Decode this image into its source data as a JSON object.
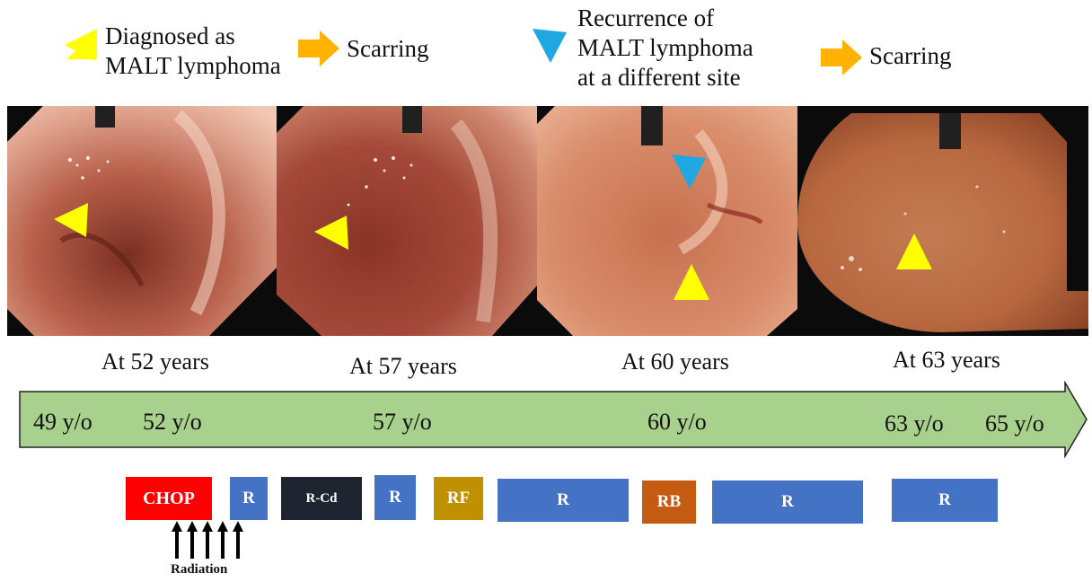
{
  "legend": {
    "diagnosed_line1": "Diagnosed as",
    "diagnosed_line2": "MALT lymphoma",
    "scarring_1": "Scarring",
    "recurrence_line1": "Recurrence of",
    "recurrence_line2": "MALT lymphoma",
    "recurrence_line3": "at a different site",
    "scarring_2": "Scarring"
  },
  "photo_captions": [
    "At 52 years",
    "At 57 years",
    "At 60 years",
    "At 63 years"
  ],
  "timeline_ages": [
    "49 y/o",
    "52 y/o",
    "57 y/o",
    "60 y/o",
    "63 y/o",
    "65 y/o"
  ],
  "treatments": [
    {
      "label": "CHOP",
      "color": "#ff0000"
    },
    {
      "label": "R",
      "color": "#4472c4"
    },
    {
      "label": "R-Cd",
      "color": "#1f2530"
    },
    {
      "label": "R",
      "color": "#4472c4"
    },
    {
      "label": "RF",
      "color": "#bf9000"
    },
    {
      "label": "R",
      "color": "#4472c4"
    },
    {
      "label": "RB",
      "color": "#c55a11"
    },
    {
      "label": "R",
      "color": "#4472c4"
    },
    {
      "label": "R",
      "color": "#4472c4"
    }
  ],
  "radiation_label": "Radiation",
  "colors": {
    "yellow_marker": "#ffff00",
    "orange_arrow": "#ffb300",
    "blue_marker": "#1ea7e1",
    "timeline_fill": "#a9d18e"
  },
  "icons": [
    "yellow-triangle-icon",
    "orange-arrow-icon",
    "blue-triangle-icon",
    "black-up-arrow-icon"
  ]
}
